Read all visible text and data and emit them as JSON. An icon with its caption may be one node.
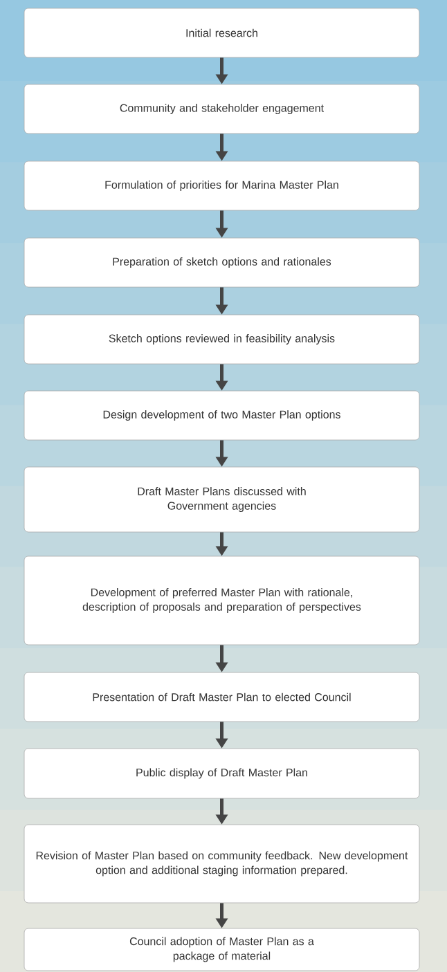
{
  "diagram": {
    "nodes": [
      {
        "text": [
          "Initial research"
        ]
      },
      {
        "text": [
          "Community and stakeholder engagement"
        ]
      },
      {
        "text": [
          "Formulation of priorities for Marina Master Plan"
        ]
      },
      {
        "text": [
          "Preparation of sketch options and rationales"
        ]
      },
      {
        "text": [
          "Sketch options reviewed in feasibility analysis"
        ]
      },
      {
        "text": [
          "Design development of two Master Plan options"
        ]
      },
      {
        "text": [
          "Draft Master Plans discussed with Government agencies"
        ]
      },
      {
        "text": [
          "Development of preferred Master Plan with rationale, description of proposals and preparation of perspectives"
        ]
      },
      {
        "text": [
          "Presentation of Draft Master Plan to elected Council"
        ]
      },
      {
        "text": [
          "Public display of Draft Master Plan"
        ]
      },
      {
        "text": [
          "Revision of Master Plan based on community feedback. New development option and additional staging information prepared."
        ]
      },
      {
        "text": [
          "Council adoption of Master Plan as a package of material"
        ]
      }
    ],
    "edges": [
      {
        "from": 0,
        "to": 1,
        "arrow": "to"
      },
      {
        "from": 1,
        "to": 2,
        "arrow": "to"
      },
      {
        "from": 2,
        "to": 3,
        "arrow": "to"
      },
      {
        "from": 3,
        "to": 4,
        "arrow": "to"
      },
      {
        "from": 4,
        "to": 5,
        "arrow": "to"
      },
      {
        "from": 5,
        "to": 6,
        "arrow": "to"
      },
      {
        "from": 6,
        "to": 7,
        "arrow": "to"
      },
      {
        "from": 7,
        "to": 8,
        "arrow": "to"
      },
      {
        "from": 8,
        "to": 9,
        "arrow": "to"
      },
      {
        "from": 9,
        "to": 10,
        "arrow": "to"
      },
      {
        "from": 10,
        "to": 11,
        "arrow": "to"
      }
    ]
  }
}
